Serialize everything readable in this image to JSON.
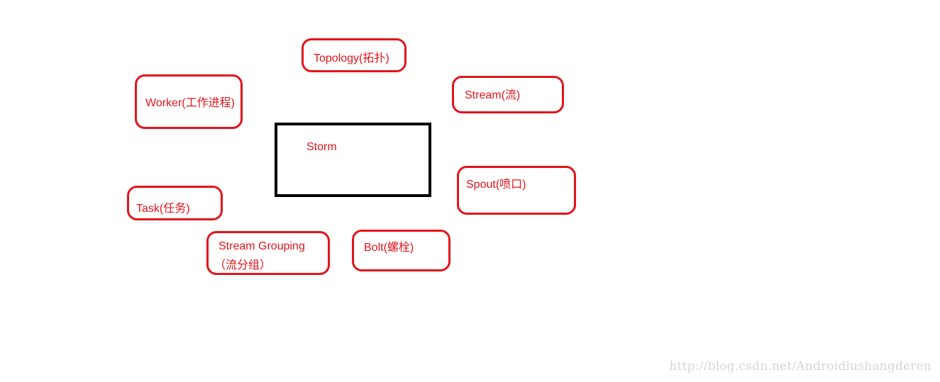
{
  "diagram": {
    "center": {
      "label": "Storm"
    },
    "nodes": {
      "topology": "Topology(拓扑)",
      "worker": "Worker(工作进程)",
      "stream": "Stream(流)",
      "spout": "Spout(喷口)",
      "task": "Task(任务)",
      "stream_grouping_line1": "Stream Grouping",
      "stream_grouping_line2": "（流分组）",
      "bolt": "Bolt(螺栓)"
    },
    "colors": {
      "node_border": "#e3141b",
      "node_text": "#e3141b",
      "center_border": "#000000",
      "watermark": "#d6d6d6"
    }
  },
  "watermark": "http://blog.csdn.net/Androidlushangderen"
}
